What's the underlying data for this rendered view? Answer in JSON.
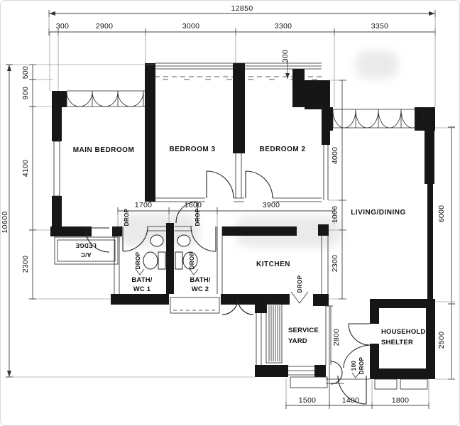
{
  "figure": {
    "type": "floor-plan",
    "rooms": {
      "main_bedroom": "MAIN BEDROOM",
      "bedroom_3": "BEDROOM 3",
      "bedroom_2": "BEDROOM 2",
      "living_dining": "LIVING/DINING",
      "kitchen": "KITCHEN",
      "bath_wc_1": [
        "BATH/",
        "WC 1"
      ],
      "bath_wc_2": [
        "BATH/",
        "WC 2"
      ],
      "service_yard": [
        "SERVICE",
        "YARD"
      ],
      "household_shelter": [
        "HOUSEHOLD",
        "SHELTER"
      ],
      "ac_ledge": [
        "A/C",
        "LEDGE"
      ]
    },
    "dims": {
      "overall_width": "12850",
      "overall_height": "10600",
      "top": [
        "300",
        "2900",
        "3000",
        "3300",
        "3350"
      ],
      "left": [
        "500",
        "900",
        "4100",
        "2300"
      ],
      "right_outer": [
        "6000",
        "2500"
      ],
      "right_inner": [
        "4000",
        "1000",
        "2300"
      ],
      "middle": [
        "1700",
        "1600",
        "3900"
      ],
      "bottom": [
        "1500",
        "1400",
        "1800"
      ],
      "yard_depth": "2800",
      "window_recess": "300",
      "shelter_step": "100"
    },
    "annotations": {
      "drop": "DROP"
    },
    "colors": {
      "ink": "#161616",
      "paper": "#ffffff"
    }
  }
}
